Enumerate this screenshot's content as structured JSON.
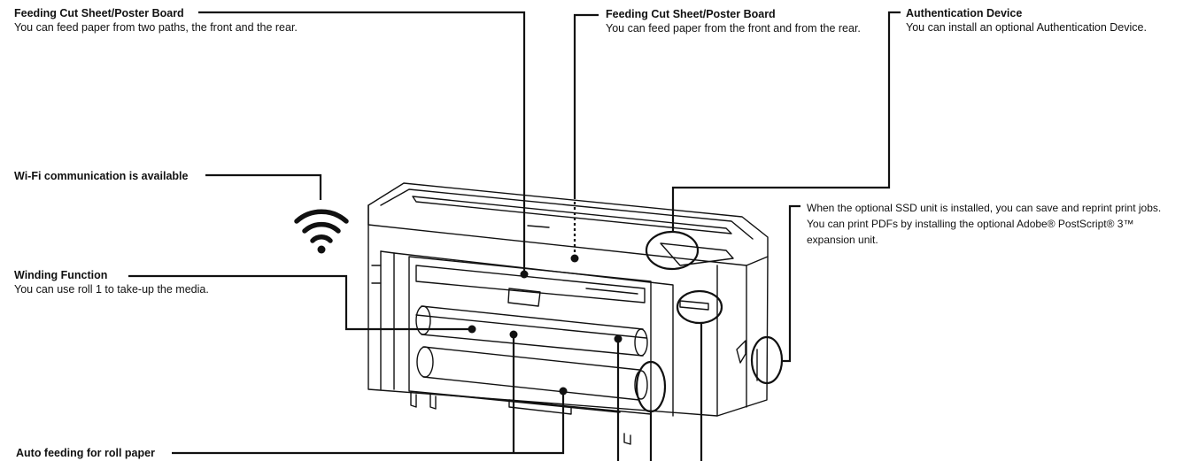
{
  "callouts": {
    "feed_front_rear": {
      "title": "Feeding Cut Sheet/Poster Board",
      "desc": "You can feed paper from two paths, the front and the rear."
    },
    "feed_front_rear_2": {
      "title": "Feeding Cut Sheet/Poster Board",
      "desc": "You can feed paper from the front and from the rear."
    },
    "auth_device": {
      "title": "Authentication Device",
      "desc": "You can install an optional Authentication Device."
    },
    "wifi": {
      "title": "Wi-Fi communication is available"
    },
    "ssd": {
      "line1": "When the optional SSD unit is installed, you can save and reprint print jobs.",
      "line2": "You can print PDFs by installing the optional Adobe® PostScript® 3™",
      "line3": "expansion unit."
    },
    "winding": {
      "title": "Winding Function",
      "desc": "You can use roll 1 to take-up the media."
    },
    "auto_feed": {
      "title": "Auto feeding for roll paper"
    }
  },
  "colors": {
    "line": "#111111",
    "text": "#111111",
    "background": "#ffffff"
  },
  "icons": [
    "wifi-icon",
    "printer-illustration"
  ]
}
